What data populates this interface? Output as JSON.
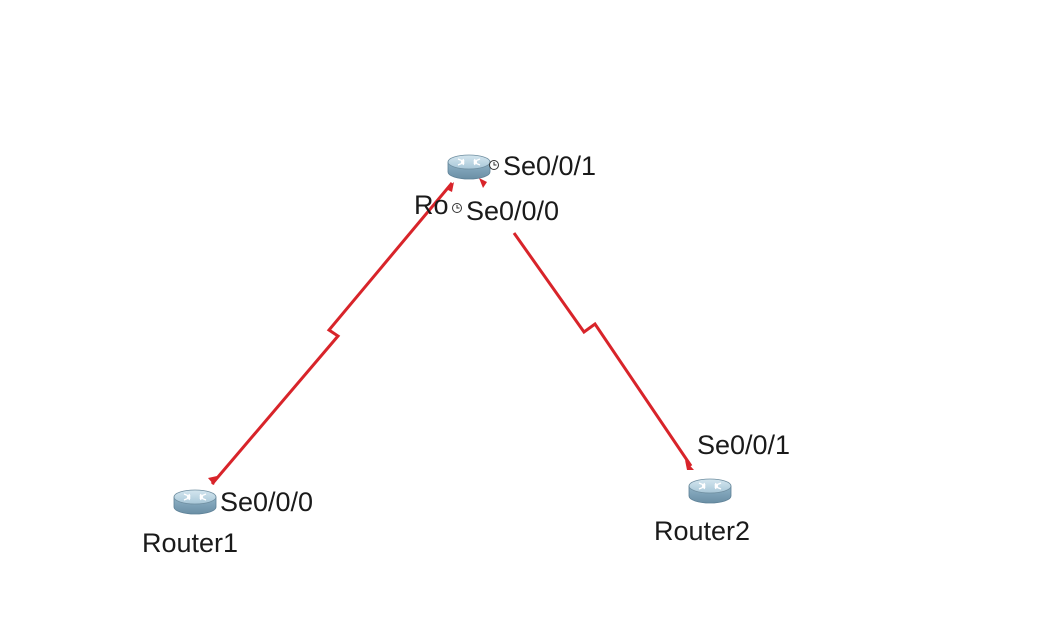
{
  "colors": {
    "link": "#d8242a",
    "router_top": "#b7d2e0",
    "router_side": "#7ea3b8",
    "router_arrow": "#ffffff"
  },
  "devices": {
    "router0": {
      "label": "Ro",
      "icon": "router-icon"
    },
    "router1": {
      "label": "Router1",
      "icon": "router-icon"
    },
    "router2": {
      "label": "Router2",
      "icon": "router-icon"
    }
  },
  "interfaces": {
    "router0_top": "Se0/0/1",
    "router0_bottom": "Se0/0/0",
    "router1": "Se0/0/0",
    "router2": "Se0/0/1"
  },
  "links": [
    {
      "from": "router1",
      "to": "router0",
      "type": "serial"
    },
    {
      "from": "router0",
      "to": "router2",
      "type": "serial"
    }
  ]
}
